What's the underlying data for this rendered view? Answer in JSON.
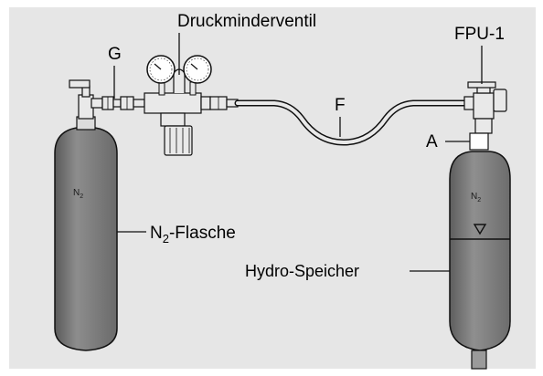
{
  "labels": {
    "druckminderventil": "Druckminderventil",
    "g": "G",
    "fpu": "FPU-1",
    "f": "F",
    "a": "A",
    "n2_flasche_prefix": "N",
    "n2_flasche_sub": "2",
    "n2_flasche_suffix": "-Flasche",
    "hydro_speicher": "Hydro-Speicher",
    "bottle_mark_n": "N",
    "bottle_mark_sub": "2",
    "accu_mark_n": "N",
    "accu_mark_sub": "2"
  },
  "colors": {
    "background_panel": "#e6e6e6",
    "cylinder_fill": "#7d7d7d",
    "cylinder_dark": "#4a4a4a",
    "valve_fill": "#e9e9e9",
    "line": "#111111"
  }
}
